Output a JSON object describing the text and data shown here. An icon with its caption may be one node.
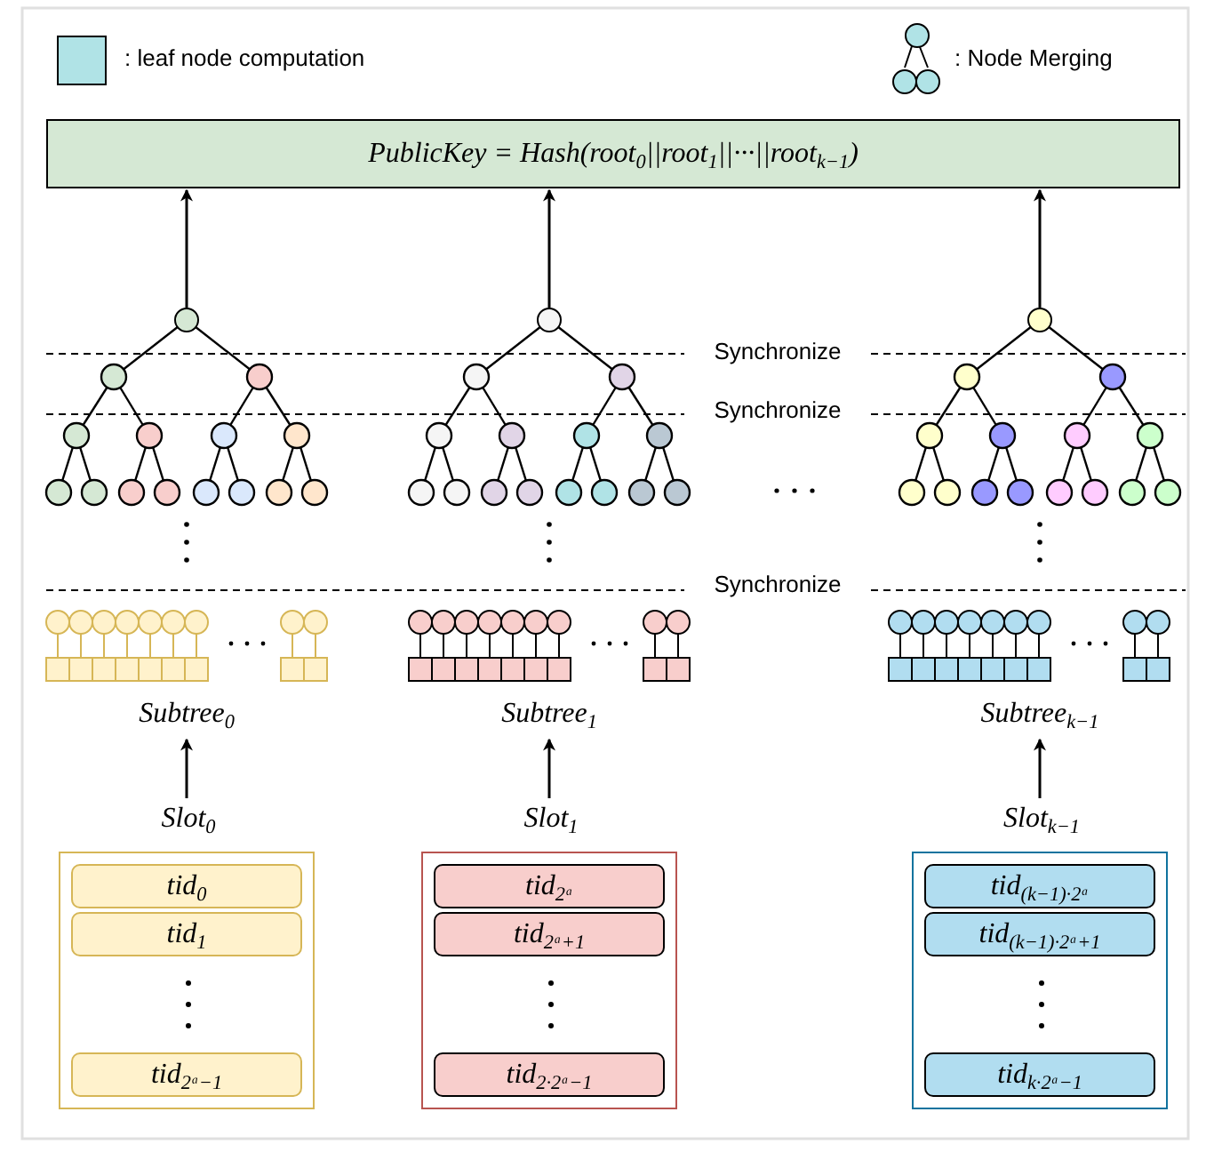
{
  "diagram": {
    "nodes": [
      {
        "text": [
          "PublicKey = Hash(root$_{0}$||root$_{1}$||···||root$_{k−1}$)"
        ]
      },
      {
        "text": [],
        "shape": "circle"
      },
      {
        "text": [],
        "shape": "circle"
      },
      {
        "text": [],
        "shape": "circle"
      },
      {
        "text": [
          "Subtree$_{0}$"
        ]
      },
      {
        "text": [
          "Subtree$_{1}$"
        ]
      },
      {
        "text": [
          "Subtree$_{k−1}$"
        ]
      },
      {
        "text": [
          "Slot$_{0}$"
        ]
      },
      {
        "text": [
          "tid$_{0}$"
        ],
        "in": 7
      },
      {
        "text": [
          "tid$_{1}$"
        ],
        "in": 7
      },
      {
        "text": [
          "tid$_{2ᵃ−1}$"
        ],
        "in": 7
      },
      {
        "text": [
          "Slot$_{1}$"
        ]
      },
      {
        "text": [
          "tid$_{2ᵃ}$"
        ],
        "in": 11
      },
      {
        "text": [
          "tid$_{2ᵃ+1}$"
        ],
        "in": 11
      },
      {
        "text": [
          "tid$_{2·2ᵃ−1}$"
        ],
        "in": 11
      },
      {
        "text": [
          "Slot$_{k−1}$"
        ]
      },
      {
        "text": [
          "tid$_{(k−1)·2ᵃ}$"
        ],
        "in": 15
      },
      {
        "text": [
          "tid$_{(k−1)·2ᵃ+1}$"
        ],
        "in": 15
      },
      {
        "text": [
          "tid$_{k·2ᵃ−1}$"
        ],
        "in": 15
      }
    ],
    "edges": [
      {
        "from": 1,
        "to": 0,
        "arrow": "to"
      },
      {
        "from": 2,
        "to": 0,
        "arrow": "to"
      },
      {
        "from": 3,
        "to": 0,
        "arrow": "to"
      },
      {
        "from": 7,
        "to": 4,
        "arrow": "to"
      },
      {
        "from": 11,
        "to": 5,
        "arrow": "to"
      },
      {
        "from": 15,
        "to": 6,
        "arrow": "to"
      }
    ],
    "labels": [
      "Synchronize",
      "Synchronize",
      "Synchronize"
    ],
    "legend": [
      {
        "text": ": leaf node computation",
        "color": "#b0e3e6"
      },
      {
        "text": ": Node Merging"
      }
    ]
  }
}
